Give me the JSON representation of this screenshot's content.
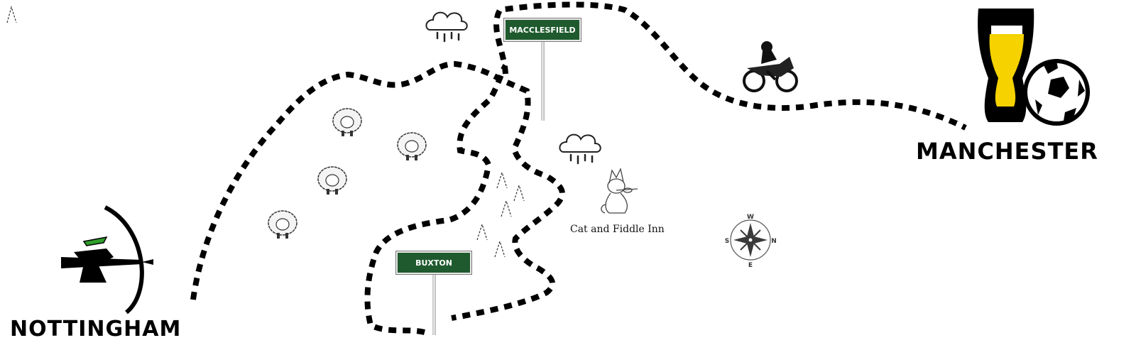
{
  "map": {
    "cities": {
      "start": "NOTTINGHAM",
      "end": "MANCHESTER"
    },
    "road_signs": {
      "macclesfield": "MACCLESFIELD",
      "buxton": "BUXTON"
    },
    "landmark": "Cat and Fiddle Inn",
    "compass_letters": [
      "W",
      "N",
      "E",
      "S"
    ],
    "icons": {
      "start_city": "archer-icon",
      "end_city": "beer-and-football-icon",
      "vehicle": "motorcycle-icon",
      "weather": "rain-cloud-icon",
      "livestock": "sheep-icon",
      "landmark": "cat-fiddler-icon",
      "terrain": "hill-peak-icon",
      "direction": "compass-icon"
    },
    "colors": {
      "route": "#000000",
      "sign_background": "#1f5a2e",
      "sign_text": "#ffffff",
      "archer_hat": "#2e9e2b",
      "beer": "#f5d200"
    }
  }
}
